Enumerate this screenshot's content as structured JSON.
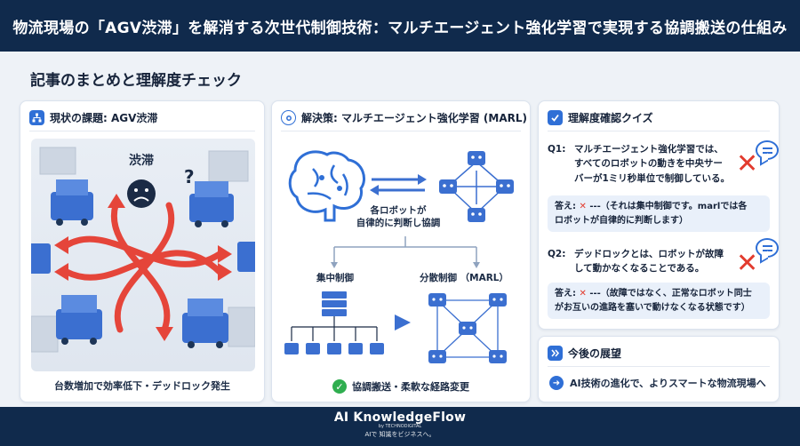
{
  "header": {
    "title": "物流現場の「AGV渋滞」を解消する次世代制御技術：マルチエージェント強化学習で実現する協調搬送の仕組み"
  },
  "section": {
    "title": "記事のまとめと理解度チェック"
  },
  "problem": {
    "heading": "現状の課題: AGV渋滞",
    "congestion_label": "渋滞",
    "caption": "台数増加で効率低下・デッドロック発生"
  },
  "solution": {
    "heading": "解決策: マルチエージェント強化学習 (MARL)",
    "autonomy_label_line1": "各ロボットが",
    "autonomy_label_line2": "自律的に判断し協調",
    "central_label": "集中制御",
    "distributed_label": "分散制御 （MARL）",
    "caption": "協調搬送・柔軟な経路変更"
  },
  "quiz": {
    "heading": "理解度確認クイズ",
    "q1_no": "Q1:",
    "q1_line1": "マルチエージェント強化学習では、",
    "q1_line2": "すべてのロボットの動きを中央サー",
    "q1_line3": "バーが1ミリ秒単位で制御している。",
    "a1_prefix": "答え:",
    "a1_line1": "---（それは集中制御です。marlでは各",
    "a1_line2": "ロボットが自律的に判断します）",
    "q2_no": "Q2:",
    "q2_line1": "デッドロックとは、ロボットが故障",
    "q2_line2": "して動かなくなることである。",
    "a2_prefix": "答え:",
    "a2_line1": "---（故障ではなく、正常なロボット同士",
    "a2_line2": "がお互いの進路を塞いで動けなくなる状態です）"
  },
  "outlook": {
    "heading": "今後の展望",
    "text": "AI技術の進化で、よりスマートな物流現場へ"
  },
  "footer": {
    "brand": "AI KnowledgeFlow",
    "by": "by TECHNODIGITAL",
    "tagline": "AIで 知識をビジネスへ。"
  },
  "colors": {
    "navy": "#102a4c",
    "accent": "#2f6fd6",
    "wrong": "#e23b2e",
    "correct": "#2fae4f",
    "robot": "#3b6fd0"
  },
  "icons": [
    "network-icon",
    "gear-icon",
    "checkbox-icon",
    "chevron-double-right-icon",
    "brain-icon",
    "robot-icon",
    "server-icon",
    "speech-bubble-icon",
    "check-icon",
    "arrow-right-icon",
    "sad-face-icon",
    "cross-icon"
  ]
}
